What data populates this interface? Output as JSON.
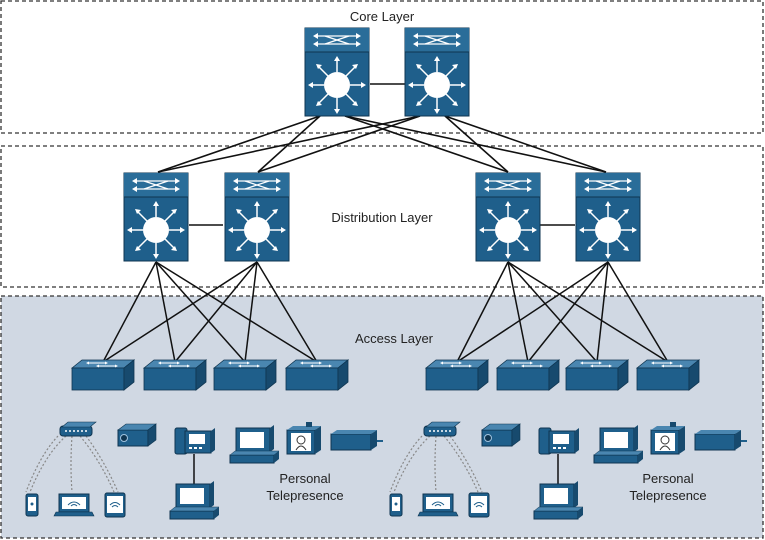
{
  "layers": {
    "core": {
      "label": "Core Layer",
      "switch_count": 2
    },
    "distribution": {
      "label": "Distribution Layer",
      "switch_count": 4
    },
    "access": {
      "label": "Access Layer",
      "switch_count": 8
    }
  },
  "endpoints": {
    "telepresence_label_line1": "Personal",
    "telepresence_label_line2": "Telepresence",
    "groups": 2
  },
  "colors": {
    "device_fill": "#1f5f8b",
    "device_dark": "#174a6e",
    "device_light": "#4a86b0",
    "access_layer_bg": "#d0d8e3",
    "dashed_border": "#333333",
    "link": "#111111"
  },
  "icons": [
    "multilayer-switch-icon",
    "workgroup-switch-icon",
    "access-point-icon",
    "ip-camera-icon",
    "ip-phone-icon",
    "pc-icon",
    "video-phone-icon",
    "codec-icon",
    "smartphone-icon",
    "laptop-icon",
    "tablet-icon"
  ]
}
